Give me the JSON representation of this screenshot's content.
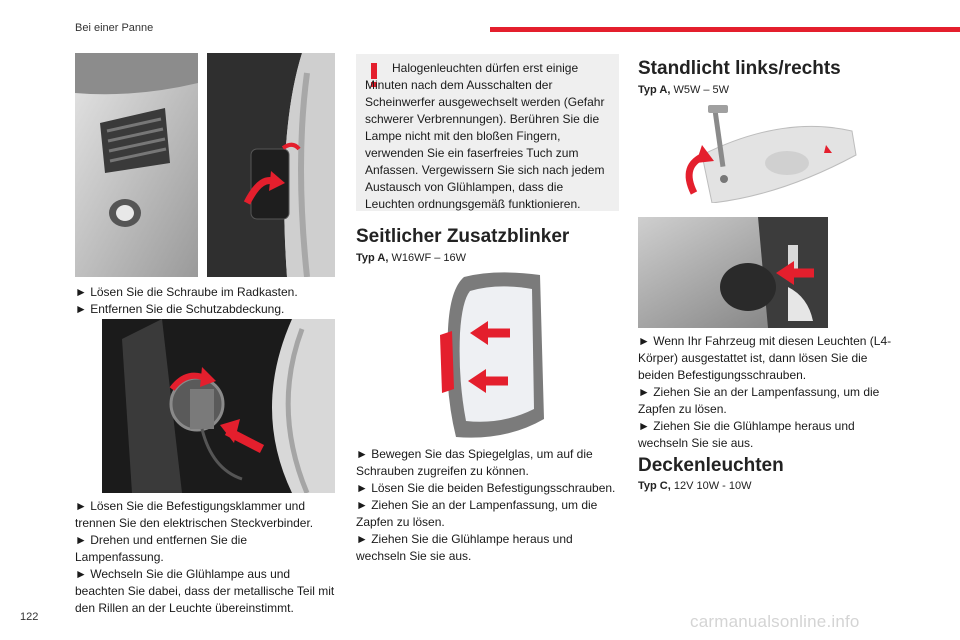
{
  "header": {
    "title": "Bei einer Panne",
    "accent_color": "#e41f2d"
  },
  "page_number": "122",
  "watermark": "carmanualsonline.info",
  "col1": {
    "steps_a": [
      "► Lösen Sie die Schraube im Radkasten.",
      "► Entfernen Sie die Schutzabdeckung."
    ],
    "steps_b": [
      "► Lösen Sie die Befestigungsklammer und trennen Sie den elektrischen Steckverbinder.",
      "► Drehen und entfernen Sie die Lampenfassung.",
      "► Wechseln Sie die Glühlampe aus und beachten Sie dabei, dass der metallische Teil mit den Rillen an der Leuchte übereinstimmt."
    ]
  },
  "col2": {
    "warning": {
      "icon": "exclamation-icon",
      "text": "Halogenleuchten dürfen erst einige Minuten nach dem Ausschalten der Scheinwerfer ausgewechselt werden (Gefahr schwerer Verbrennungen). Berühren Sie die Lampe nicht mit den bloßen Fingern, verwenden Sie ein faserfreies Tuch zum Anfassen. Vergewissern Sie sich nach jedem Austausch von Glühlampen, dass die Leuchten ordnungsgemäß funktionieren."
    },
    "section_title": "Seitlicher Zusatzblinker",
    "spec_type": "Typ A,",
    "spec_value": " W16WF – 16W",
    "steps": [
      "► Bewegen Sie das Spiegelglas, um auf die Schrauben zugreifen zu können.",
      "► Lösen Sie die beiden Befestigungsschrauben.",
      "► Ziehen Sie an der Lampenfassung, um die Zapfen zu lösen.",
      "► Ziehen Sie die Glühlampe heraus und wechseln Sie sie aus."
    ]
  },
  "col3": {
    "section1": {
      "title": "Standlicht links/rechts",
      "spec_type": "Typ A,",
      "spec_value": " W5W – 5W",
      "steps": [
        "► Wenn Ihr Fahrzeug mit diesen Leuchten (L4-Körper) ausgestattet ist, dann lösen Sie die beiden Befestigungsschrauben.",
        "► Ziehen Sie an der Lampenfassung, um die Zapfen zu lösen.",
        "► Ziehen Sie die Glühlampe heraus und wechseln Sie sie aus."
      ]
    },
    "section2": {
      "title": "Deckenleuchten",
      "spec_type": "Typ C,",
      "spec_value": " 12V 10W - 10W"
    }
  }
}
